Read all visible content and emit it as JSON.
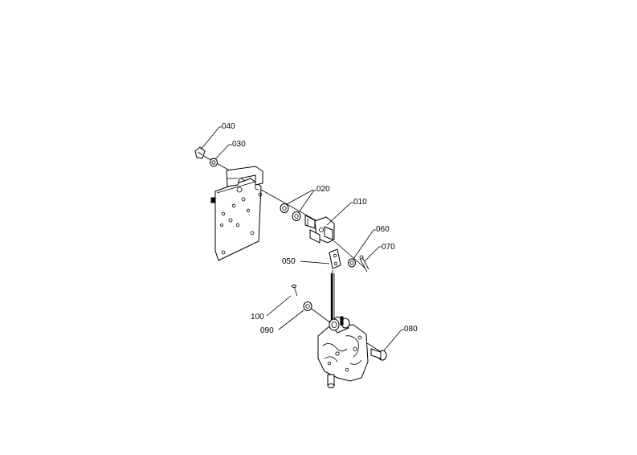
{
  "callouts": {
    "c010": "010",
    "c020": "020",
    "c030": "030",
    "c040": "040",
    "c050": "050",
    "c060": "060",
    "c070": "070",
    "c080": "080",
    "c090": "090",
    "c100": "100"
  }
}
